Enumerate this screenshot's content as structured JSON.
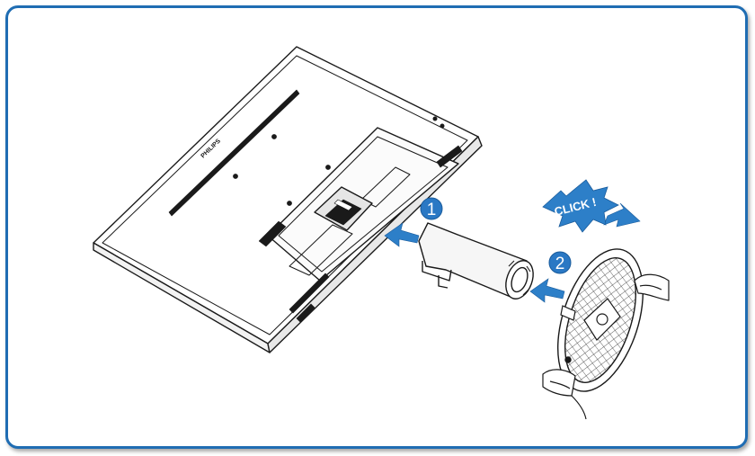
{
  "diagram": {
    "brand_text": "PHILIPS",
    "steps": [
      {
        "label": "1"
      },
      {
        "label": "2"
      }
    ],
    "click_text": "CLICK !",
    "colors": {
      "frame_border": "#1f6db3",
      "accent_blue": "#2d7fc8",
      "badge_blue": "#2a78c4",
      "line": "#1a1a1a",
      "background": "#ffffff"
    },
    "icons": [
      "arrow-icon",
      "burst-icon"
    ]
  }
}
